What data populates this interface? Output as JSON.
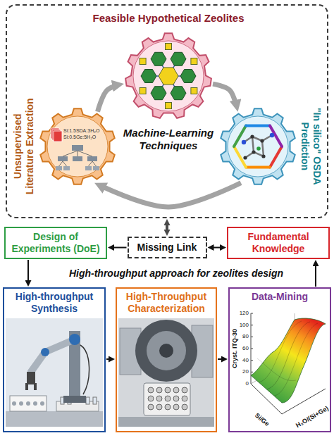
{
  "diagram": {
    "nodes": [
      {
        "text": [
          "Machine-Learning Techniques"
        ]
      },
      {
        "text": [
          "Feasible Hypothetical Zeolites"
        ],
        "in": 0
      },
      {
        "text": [
          "\"In silico\" OSDA Prediction"
        ],
        "in": 0
      },
      {
        "text": [
          "Unsupervised Literature Extraction"
        ],
        "in": 0
      },
      {
        "text": [
          "Design of Experiments (DoE)"
        ]
      },
      {
        "text": [
          "Missing Link"
        ]
      },
      {
        "text": [
          "Fundamental Knowledge"
        ]
      },
      {
        "text": [
          "High-throughput Synthesis"
        ]
      },
      {
        "text": [
          "High-Throughput Characterization"
        ]
      },
      {
        "text": [
          "Data-Mining"
        ]
      }
    ],
    "edges": [
      {
        "from": 3,
        "to": 1,
        "arrow": "to"
      },
      {
        "from": 1,
        "to": 2,
        "arrow": "to"
      },
      {
        "from": 2,
        "to": 3,
        "arrow": "to"
      },
      {
        "from": 0,
        "to": 5,
        "arrow": "both"
      },
      {
        "from": 5,
        "to": 4,
        "arrow": "to"
      },
      {
        "from": 5,
        "to": 6,
        "arrow": "both"
      },
      {
        "from": 4,
        "to": 7,
        "arrow": "to"
      },
      {
        "from": 7,
        "to": 8,
        "arrow": "to"
      },
      {
        "from": 8,
        "to": 9,
        "arrow": "to"
      },
      {
        "from": 9,
        "to": 6,
        "arrow": "to"
      }
    ],
    "labels": [
      "High-throughput approach for zeolites design",
      "Si:1.5SDA:3H₂O",
      "Si:0.5Ge:5H₂O",
      "Cryst. ITQ-30",
      "120",
      "100",
      "80",
      "60",
      "40",
      "20",
      "0",
      "Si/Ge",
      "H₂O/(Si+Ge)"
    ]
  }
}
